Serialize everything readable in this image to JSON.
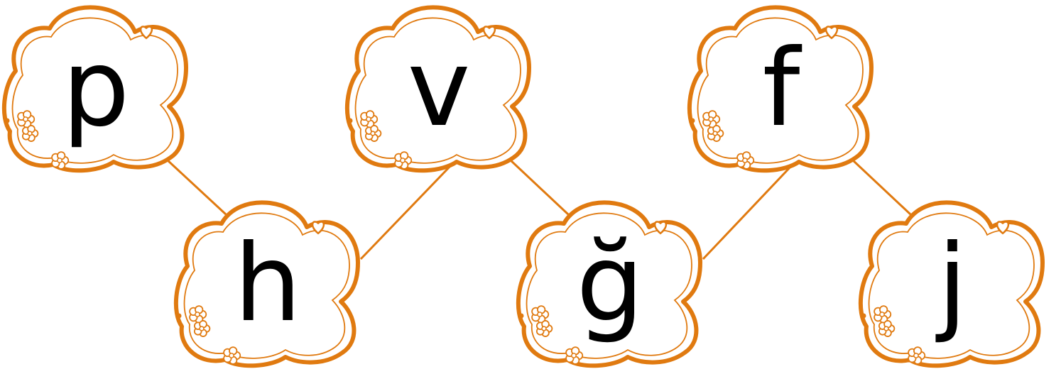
{
  "theme": {
    "stroke_color": "#E07A10",
    "fill_color": "#FFFFFF",
    "text_color": "#000000"
  },
  "clouds": [
    {
      "letter": "p"
    },
    {
      "letter": "h"
    },
    {
      "letter": "v"
    },
    {
      "letter": "ğ"
    },
    {
      "letter": "f"
    },
    {
      "letter": "j"
    }
  ]
}
